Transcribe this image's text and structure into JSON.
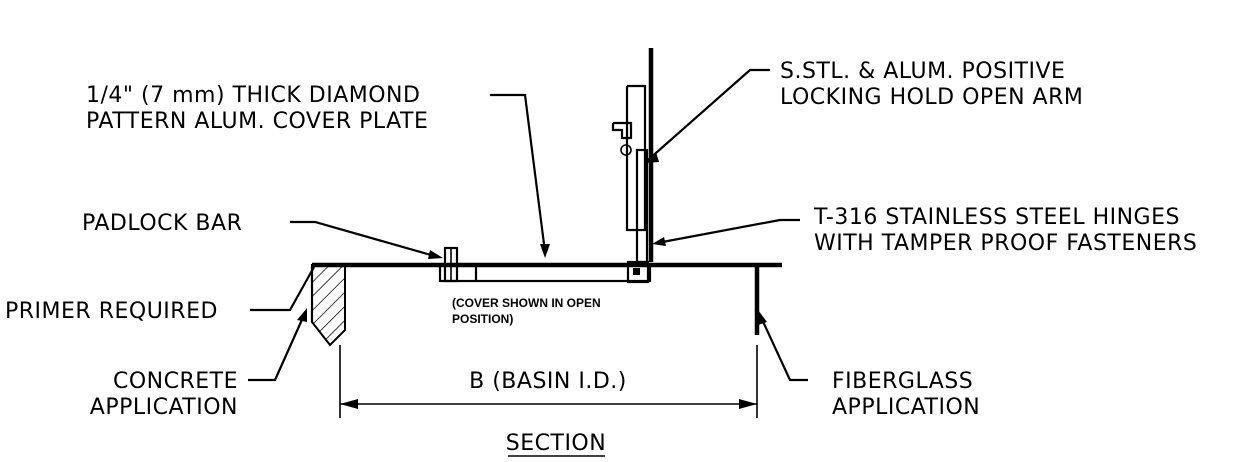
{
  "labels": {
    "cover_plate_line1": "1/4\" (7 mm) THICK DIAMOND",
    "cover_plate_line2": "PATTERN ALUM. COVER PLATE",
    "hold_arm_line1": "S.STL. & ALUM. POSITIVE",
    "hold_arm_line2": "LOCKING HOLD OPEN ARM",
    "padlock": "PADLOCK BAR",
    "hinges_line1": "T-316 STAINLESS STEEL HINGES",
    "hinges_line2": "WITH TAMPER PROOF FASTENERS",
    "primer": "PRIMER REQUIRED",
    "cover_note_line1": "(COVER SHOWN IN OPEN",
    "cover_note_line2": "POSITION)",
    "concrete_line1": "CONCRETE",
    "concrete_line2": "APPLICATION",
    "dimension": "B (BASIN I.D.)",
    "fiberglass_line1": "FIBERGLASS",
    "fiberglass_line2": "APPLICATION",
    "section_title": "SECTION"
  }
}
